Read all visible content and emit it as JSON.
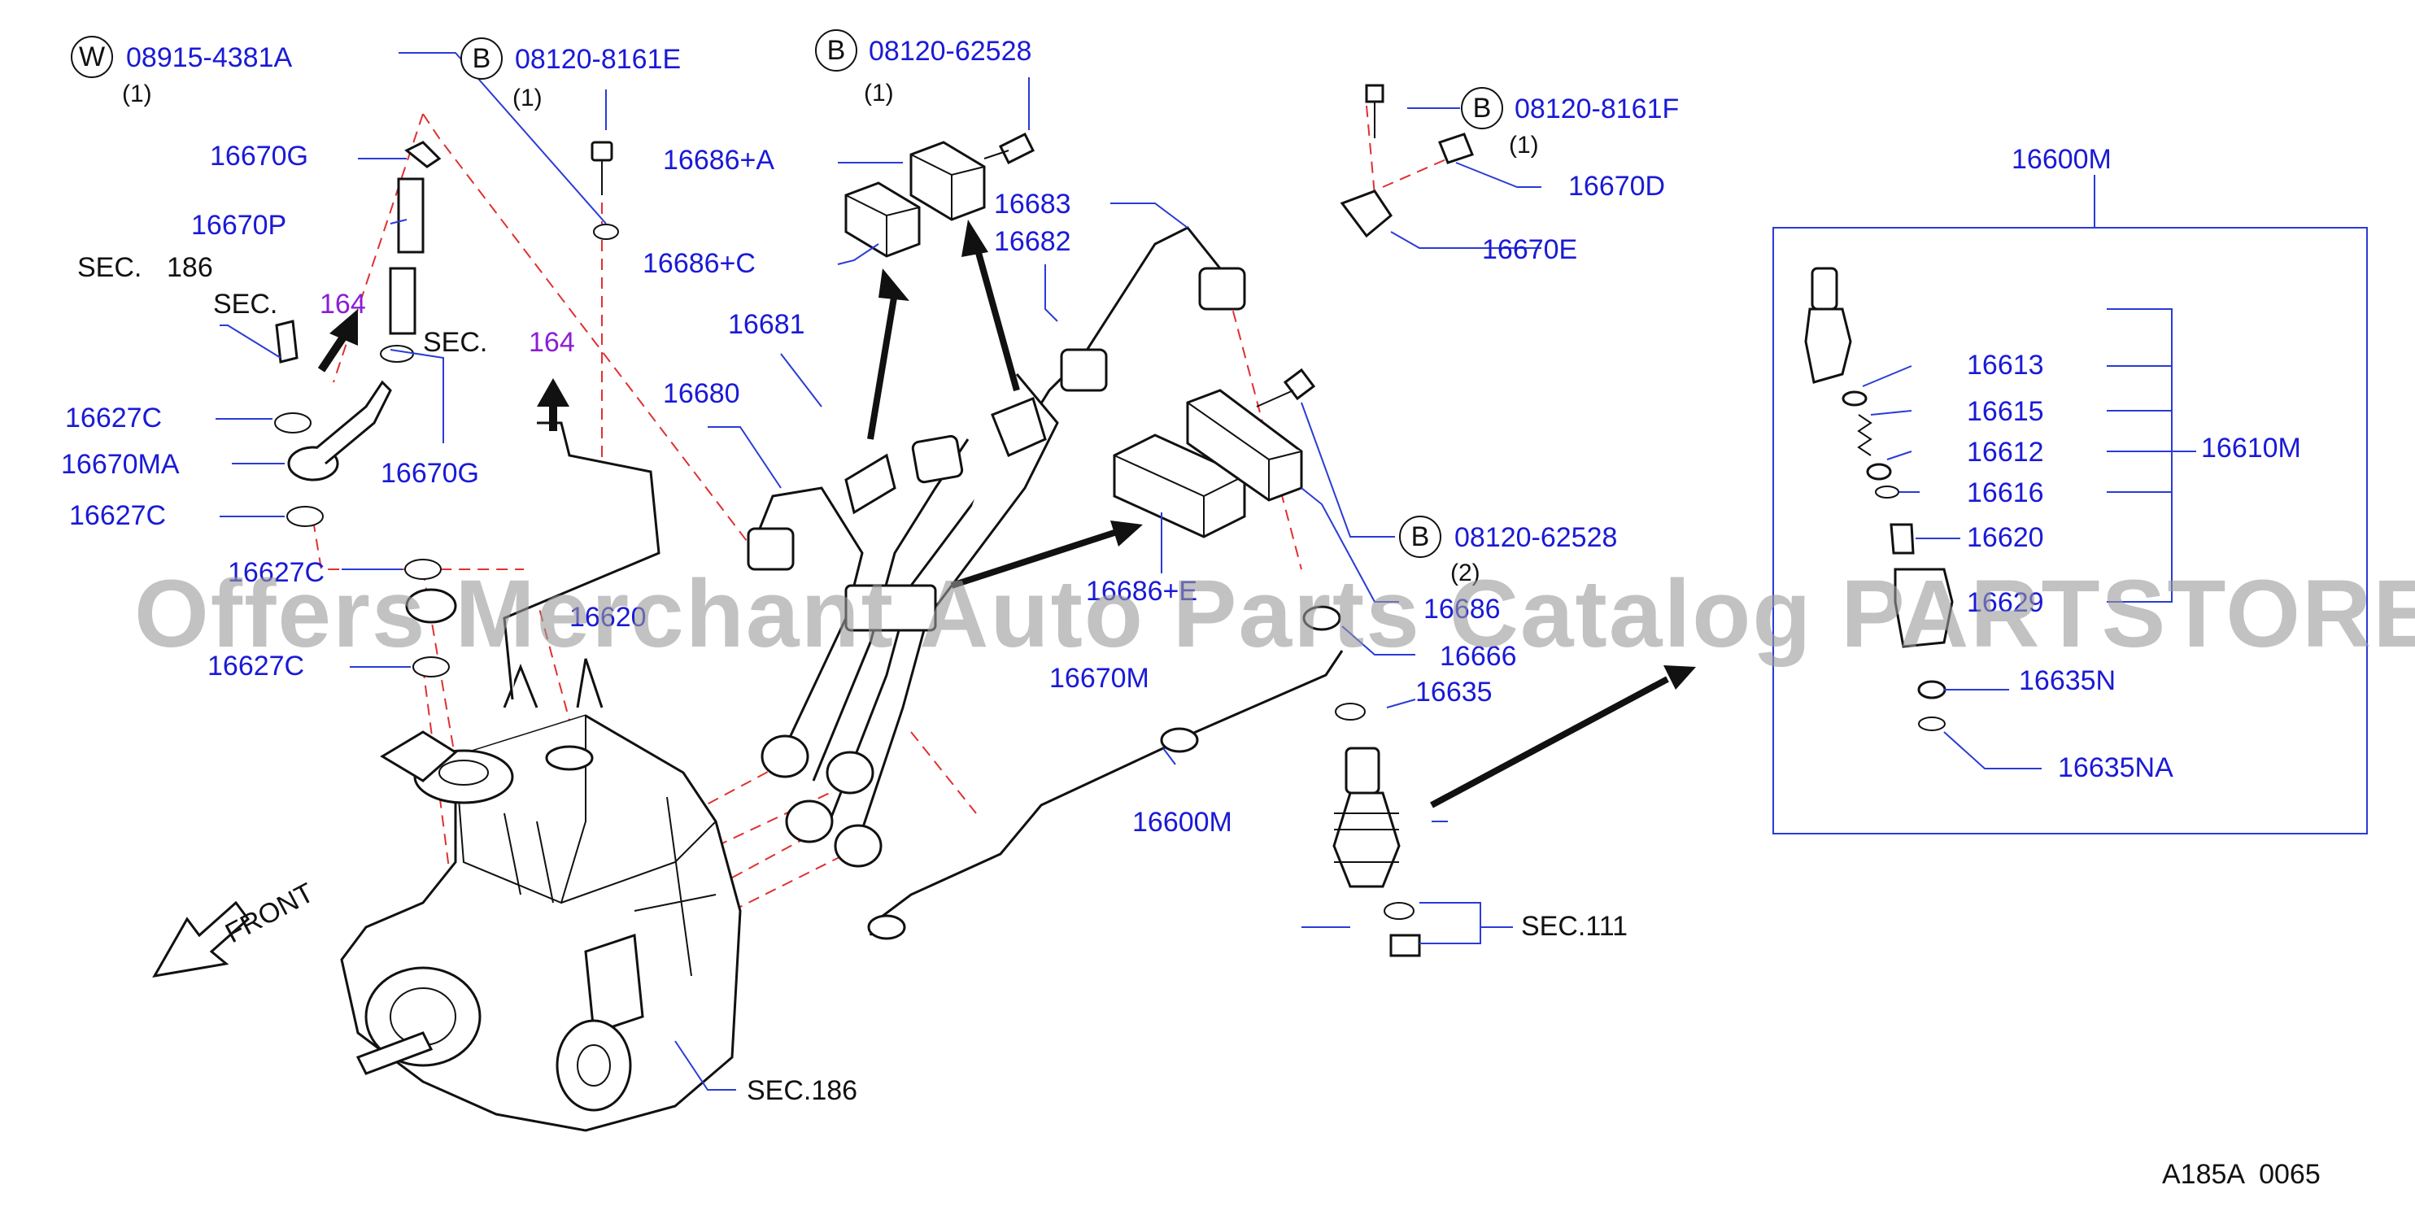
{
  "watermark": "Offers Merchant Auto Parts Catalog PARTSTORE.SA",
  "diagram_code": "A185A  0065",
  "front_label": "FRONT",
  "callouts": [
    {
      "key": "w_08915",
      "circle": "W",
      "text": "08915-4381A",
      "qty": "(1)"
    },
    {
      "key": "b_8161e",
      "circle": "B",
      "text": "08120-8161E",
      "qty": "(1)"
    },
    {
      "key": "b_62528_top",
      "circle": "B",
      "text": "08120-62528",
      "qty": "(1)"
    },
    {
      "key": "b_8161f",
      "circle": "B",
      "text": "08120-8161F",
      "qty": "(1)"
    },
    {
      "key": "b_62528_mid",
      "circle": "B",
      "text": "08120-62528",
      "qty": "(2)"
    }
  ],
  "labels": {
    "p16670G_a": "16670G",
    "p16670P": "16670P",
    "sec186_a": "SEC.",
    "sec186_b": "186",
    "sec164_a": "SEC.",
    "n164_a": "164",
    "sec164_b": "SEC.",
    "n164_b": "164",
    "p16627C_a": "16627C",
    "p16670MA": "16670MA",
    "p16670G_b": "16670G",
    "p16627C_b": "16627C",
    "p16627C_c": "16627C",
    "p16627C_d": "16627C",
    "p16680": "16680",
    "p16681": "16681",
    "p16686A": "16686+A",
    "p16686C": "16686+C",
    "p16683": "16683",
    "p16682": "16682",
    "p16686E": "16686+E",
    "p16670D": "16670D",
    "p16670E": "16670E",
    "p16686": "16686",
    "p16666": "16666",
    "p16635": "16635",
    "p16670M": "16670M",
    "p16600M_a": "16600M",
    "sec111": "SEC.111",
    "sec186_c": "SEC.186",
    "p16620_obsc": "16620",
    "box_title": "16600M",
    "p16613": "16613",
    "p16615": "16615",
    "p16612": "16612",
    "p16616": "16616",
    "p16620": "16620",
    "p16629": "16629",
    "p16610M": "16610M",
    "p16635N": "16635N",
    "p16635NA": "16635NA"
  },
  "colors": {
    "label_blue": "#1a1ad6",
    "purple": "#8a1fd6",
    "dash_red": "#e03030",
    "leader_blue": "#2a3bd6"
  }
}
